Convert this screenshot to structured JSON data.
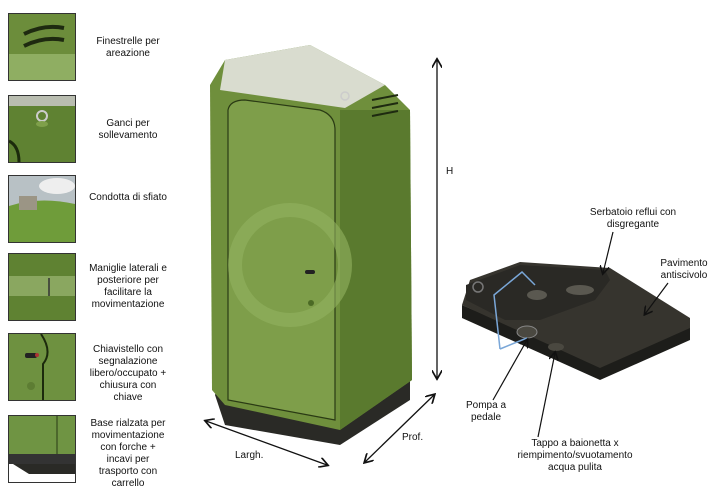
{
  "features": [
    {
      "label": "Finestrelle per areazione"
    },
    {
      "label": "Ganci per sollevamento"
    },
    {
      "label": "Condotta di sfiato"
    },
    {
      "label": "Maniglie laterali e posteriore per facilitare la movimentazione"
    },
    {
      "label": "Chiavistello con segnalazione libero/occupato + chiusura con chiave"
    },
    {
      "label": "Base rialzata per movimentazione con forche + incavi per trasporto con carrello"
    }
  ],
  "dimensions": {
    "height": "H",
    "width": "Largh.",
    "depth": "Prof."
  },
  "base_callouts": {
    "tank": "Serbatoio reflui con disgregante",
    "floor": "Pavimento antiscivolo",
    "pump": "Pompa a pedale",
    "cap": "Tappo a baionetta x riempimento/svuotamento acqua pulita"
  },
  "colors": {
    "cabin_green": "#6f8f3c",
    "roof": "#d9dccf",
    "base": "#2a2a26",
    "arrow_blue": "#7aa7d8"
  }
}
